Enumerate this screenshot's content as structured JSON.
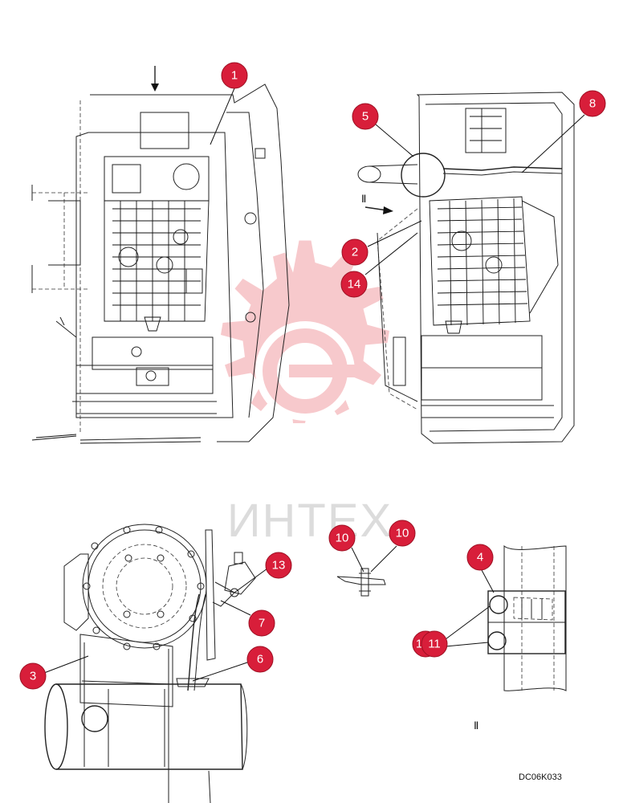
{
  "drawing": {
    "code": "DC06K033",
    "view_marker": "Ⅱ",
    "watermark_text": "ИНТЕХ"
  },
  "callouts": [
    {
      "label": "1"
    },
    {
      "label": "5"
    },
    {
      "label": "8"
    },
    {
      "label": "2"
    },
    {
      "label": "14"
    },
    {
      "label": "10"
    },
    {
      "label": "10"
    },
    {
      "label": "13"
    },
    {
      "label": "4"
    },
    {
      "label": "7"
    },
    {
      "label": "1"
    },
    {
      "label": "11"
    },
    {
      "label": "6"
    },
    {
      "label": "3"
    }
  ],
  "colors": {
    "callout": "#d81e3a",
    "watermark": "#f3c6c6"
  }
}
